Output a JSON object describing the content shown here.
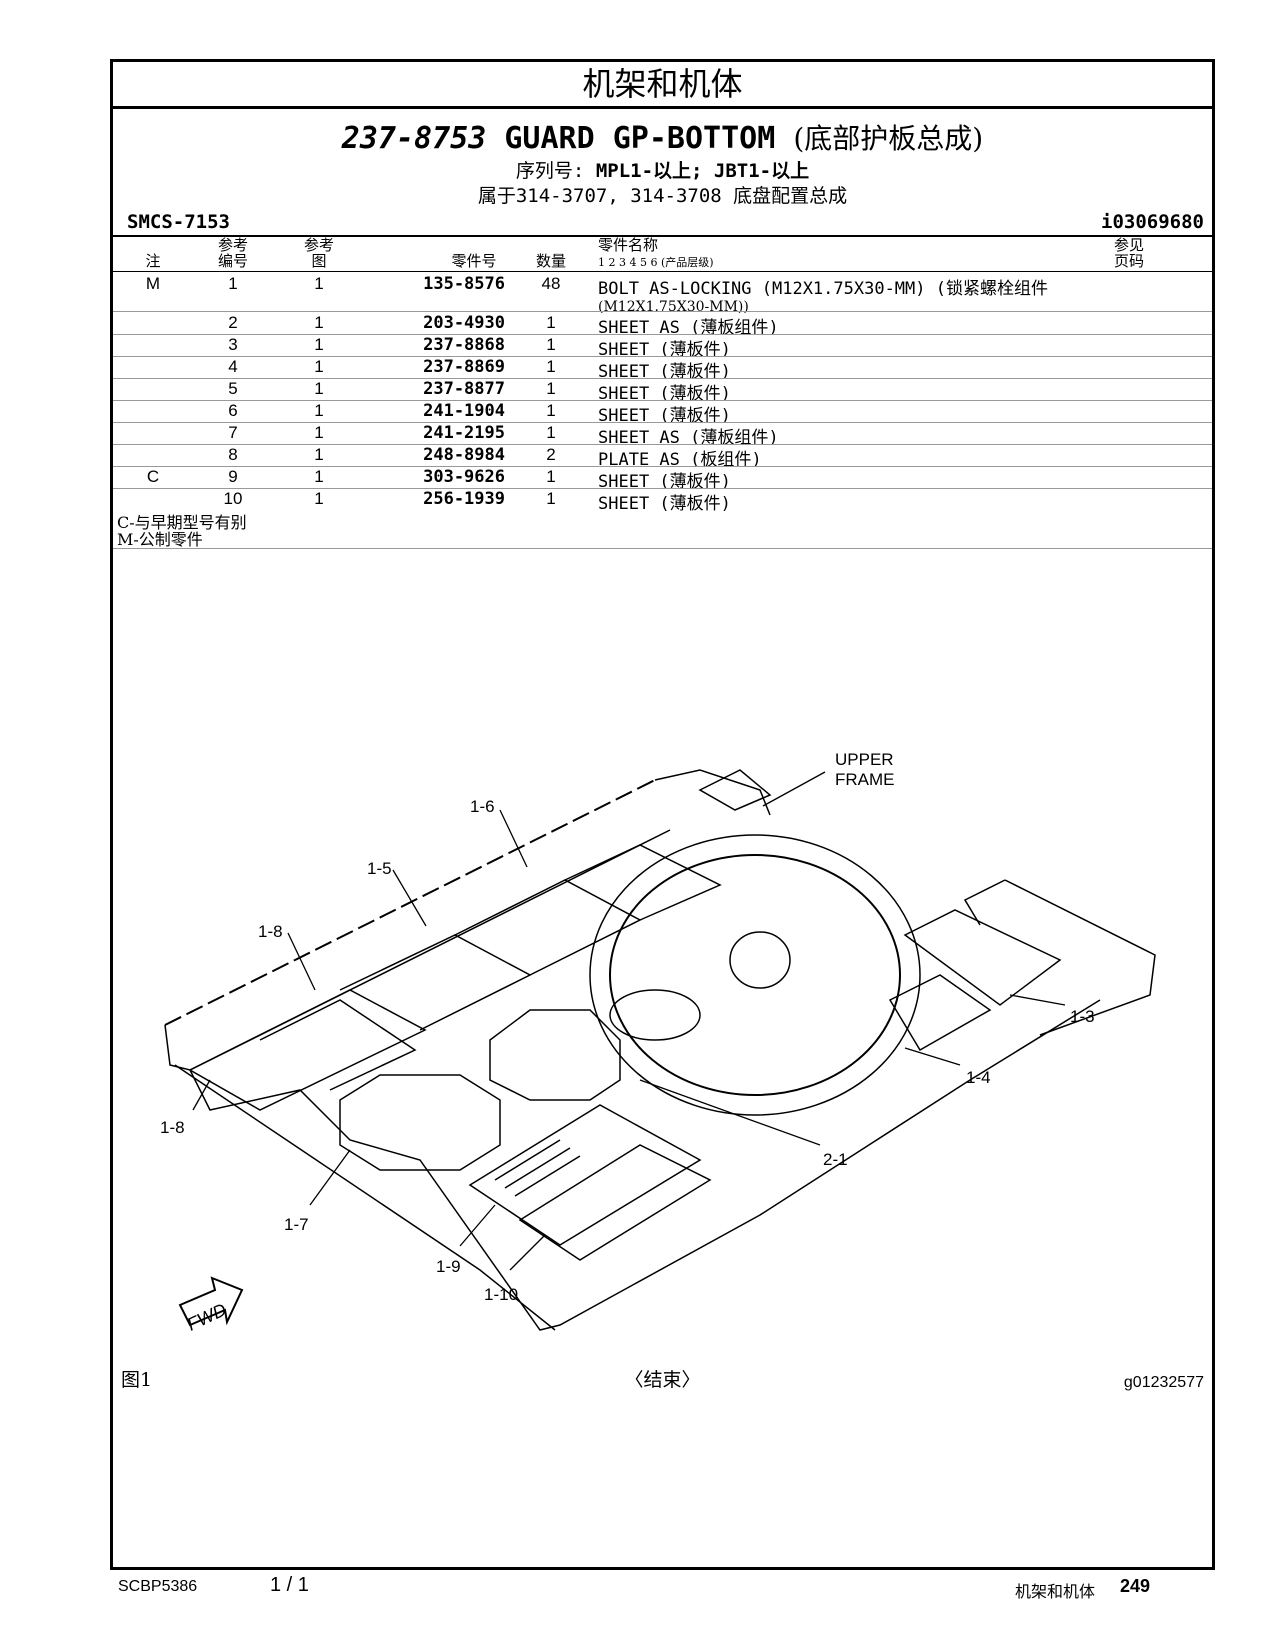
{
  "section_title": "机架和机体",
  "header": {
    "part_number": "237-8753",
    "name_en": "GUARD GP-BOTTOM",
    "name_cn": "(底部护板总成)",
    "serial_label": "序列号:",
    "serial_value": "MPL1-以上; JBT1-以上",
    "belongs_to": "属于314-3707, 314-3708 底盘配置总成",
    "smcs": "SMCS-7153",
    "illustration_id": "i03069680"
  },
  "table_headers": {
    "note": "注",
    "ref_no": "参考\n编号",
    "ref_fig": "参考\n图",
    "part_no": "零件号",
    "qty": "数量",
    "part_name": "零件名称",
    "levels": "1  2  3  4  5  6  (产品层级)",
    "see_page": "参见\n页码"
  },
  "rows": [
    {
      "note": "M",
      "ref": "1",
      "fig": "1",
      "part": "135-8576",
      "qty": "48",
      "name": "BOLT AS-LOCKING (M12X1.75X30-MM) (锁紧螺栓组件",
      "name2": "(M12X1.75X30-MM))"
    },
    {
      "note": "",
      "ref": "2",
      "fig": "1",
      "part": "203-4930",
      "qty": "1",
      "name": "SHEET AS (薄板组件)",
      "name2": ""
    },
    {
      "note": "",
      "ref": "3",
      "fig": "1",
      "part": "237-8868",
      "qty": "1",
      "name": "SHEET (薄板件)",
      "name2": ""
    },
    {
      "note": "",
      "ref": "4",
      "fig": "1",
      "part": "237-8869",
      "qty": "1",
      "name": "SHEET (薄板件)",
      "name2": ""
    },
    {
      "note": "",
      "ref": "5",
      "fig": "1",
      "part": "237-8877",
      "qty": "1",
      "name": "SHEET (薄板件)",
      "name2": ""
    },
    {
      "note": "",
      "ref": "6",
      "fig": "1",
      "part": "241-1904",
      "qty": "1",
      "name": "SHEET (薄板件)",
      "name2": ""
    },
    {
      "note": "",
      "ref": "7",
      "fig": "1",
      "part": "241-2195",
      "qty": "1",
      "name": "SHEET AS (薄板组件)",
      "name2": ""
    },
    {
      "note": "",
      "ref": "8",
      "fig": "1",
      "part": "248-8984",
      "qty": "2",
      "name": "PLATE AS (板组件)",
      "name2": ""
    },
    {
      "note": "C",
      "ref": "9",
      "fig": "1",
      "part": "303-9626",
      "qty": "1",
      "name": "SHEET (薄板件)",
      "name2": ""
    },
    {
      "note": "",
      "ref": "10",
      "fig": "1",
      "part": "256-1939",
      "qty": "1",
      "name": "SHEET (薄板件)",
      "name2": ""
    }
  ],
  "notes": [
    "C-与早期型号有别",
    "M-公制零件"
  ],
  "diagram": {
    "upper_frame_1": "UPPER",
    "upper_frame_2": "FRAME",
    "fwd": "FWD",
    "callouts": [
      "1-6",
      "1-5",
      "1-8",
      "1-8",
      "1-3",
      "1-4",
      "2-1",
      "1-7",
      "1-9",
      "1-10"
    ]
  },
  "figure_label": "图1",
  "end_label": "〈结束〉",
  "graphic_id": "g01232577",
  "footer": {
    "doc_id": "SCBP5386",
    "page_of": "1 / 1",
    "section": "机架和机体",
    "page_no": "249"
  }
}
